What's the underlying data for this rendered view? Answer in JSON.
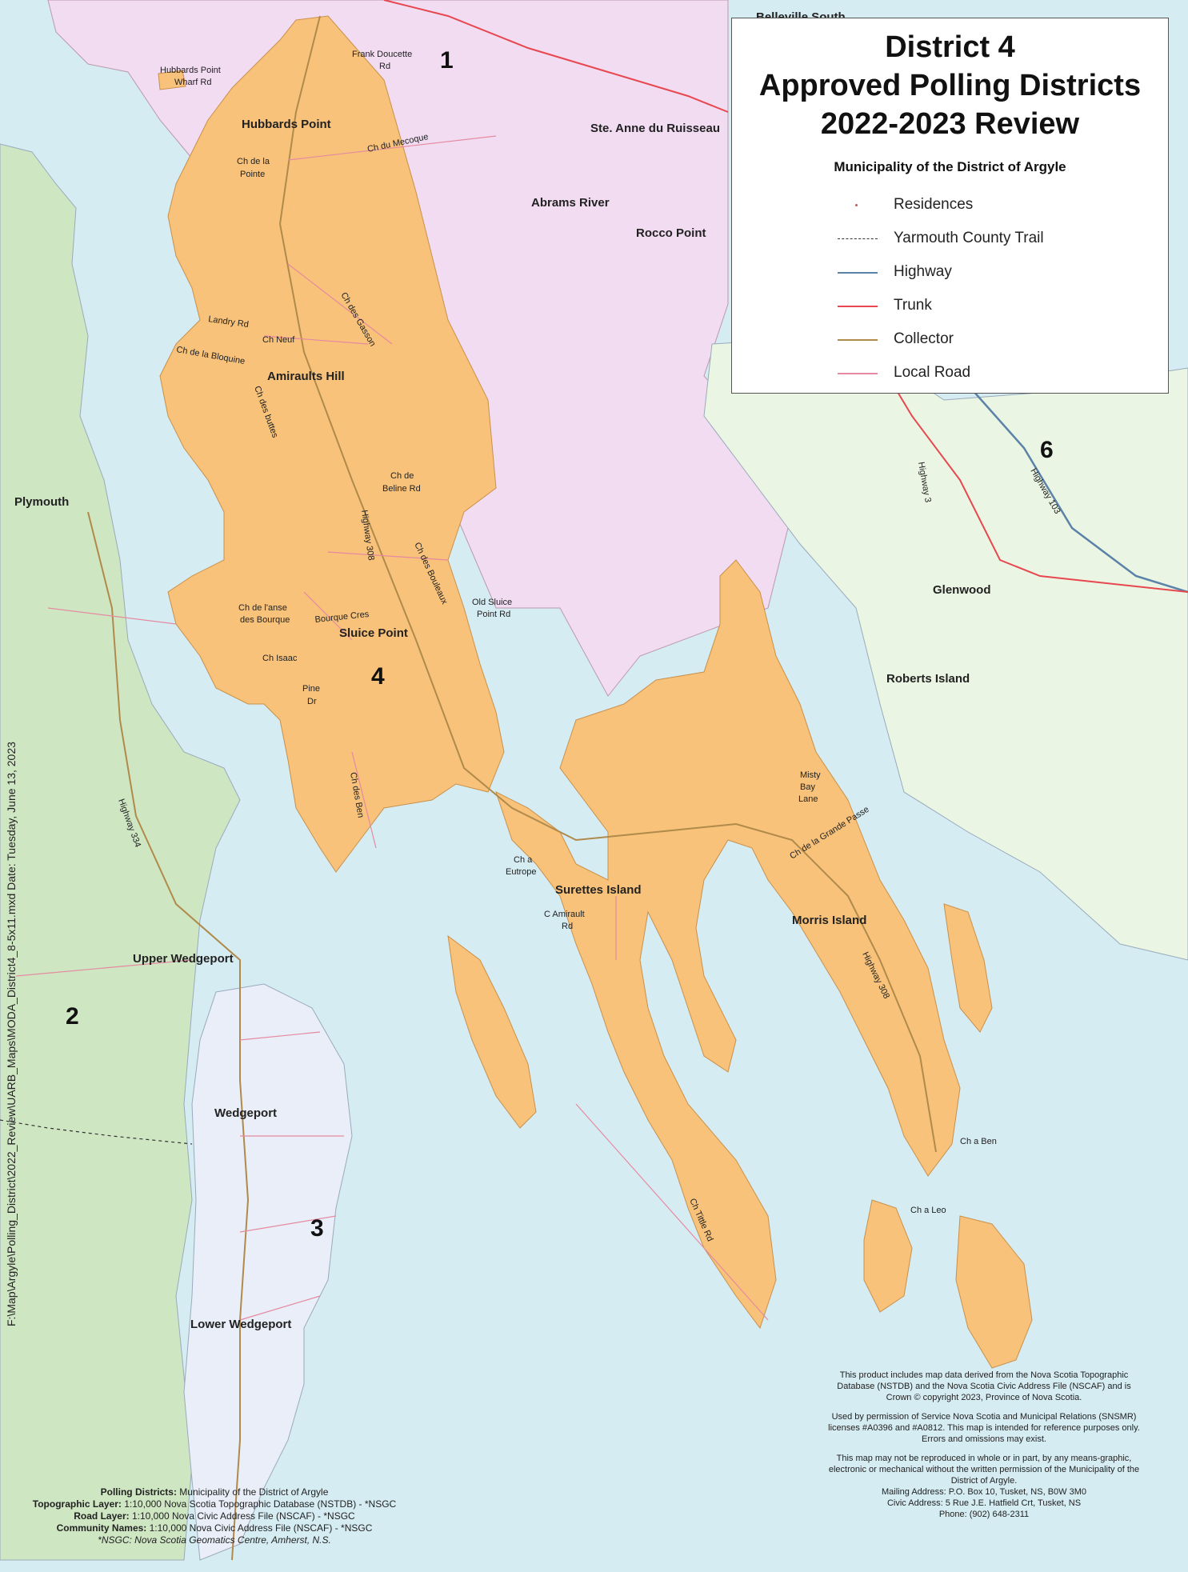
{
  "legend": {
    "title_line1": "District 4",
    "title_line2": "Approved Polling Districts",
    "title_line3": "2022-2023 Review",
    "subtitle": "Municipality of the District of Argyle",
    "items": [
      {
        "label": "Residences",
        "symbol": "dot",
        "color": "#c55a5a"
      },
      {
        "label": "Yarmouth County Trail",
        "symbol": "dashed",
        "color": "#333333"
      },
      {
        "label": "Highway",
        "symbol": "line",
        "color": "#5b82a8"
      },
      {
        "label": "Trunk",
        "symbol": "line",
        "color": "#e8474f"
      },
      {
        "label": "Collector",
        "symbol": "line",
        "color": "#b08a4a"
      },
      {
        "label": "Local Road",
        "symbol": "line",
        "color": "#e58aa0"
      }
    ]
  },
  "colors": {
    "water": "#d6ecf3",
    "district4": "#f8c27a",
    "district1": "#f2dcf2",
    "district2": "#cfe6c3",
    "district3": "#e9eef8",
    "district6": "#eaf5e3"
  },
  "districts": {
    "d1": "1",
    "d2": "2",
    "d3": "3",
    "d4": "4",
    "d6": "6"
  },
  "places": {
    "bellevilles_south": "Belleville South",
    "hubbards_point": "Hubbards Point",
    "ste_anne": "Ste. Anne du Ruisseau",
    "abrams_river": "Abrams River",
    "rocco_point": "Rocco Point",
    "amiraults_hill": "Amiraults Hill",
    "plymouth": "Plymouth",
    "glenwood": "Glenwood",
    "sluice_point": "Sluice Point",
    "roberts_island": "Roberts Island",
    "surettes_island": "Surettes Island",
    "morris_island": "Morris Island",
    "upper_wedgeport": "Upper Wedgeport",
    "wedgeport": "Wedgeport",
    "lower_wedgeport": "Lower Wedgeport"
  },
  "roads": {
    "frank_doucette_1": "Frank Doucette",
    "frank_doucette_2": "Rd",
    "hubbards_wharf_1": "Hubbards Point",
    "hubbards_wharf_2": "Wharf Rd",
    "ch_du_mecoque": "Ch du Mecoque",
    "ch_de_la_pointe_1": "Ch de la",
    "ch_de_la_pointe_2": "Pointe",
    "landry_rd": "Landry Rd",
    "ch_neuf": "Ch Neuf",
    "ch_des_gasson": "Ch des Gasson",
    "ch_de_la_bloquine": "Ch de la Bloquine",
    "ch_des_buttes": "Ch des buttes",
    "ch_de_beline_1": "Ch de",
    "ch_de_beline_2": "Beline Rd",
    "highway_308_a": "Highway 308",
    "ch_des_bouleaux": "Ch des Bouleaux",
    "old_sluice_1": "Old Sluice",
    "old_sluice_2": "Point Rd",
    "ch_de_lanse_1": "Ch de l'anse",
    "ch_de_lanse_2": "des Bourque",
    "bourque_cres": "Bourque Cres",
    "ch_isaac": "Ch Isaac",
    "pine_dr_1": "Pine",
    "pine_dr_2": "Dr",
    "ch_des_ben": "Ch des Ben",
    "highway_3": "Highway 3",
    "highway_103": "Highway 103",
    "highway_334": "Highway 334",
    "misty_bay_1": "Misty",
    "misty_bay_2": "Bay",
    "misty_bay_3": "Lane",
    "ch_grande_passe": "Ch de la Grande Passe",
    "ch_a_eutrope_1": "Ch a",
    "ch_a_eutrope_2": "Eutrope",
    "c_amirault_1": "C Amirault",
    "c_amirault_2": "Rd",
    "highway_308_b": "Highway 308",
    "ch_a_ben": "Ch a Ben",
    "ch_a_leo": "Ch a Leo",
    "ch_tittle_rd": "Ch Tittle Rd"
  },
  "vertical_path": "F:\\Map\\Argyle\\Polling_District\\2022_Review\\UARB_Maps\\MODA_District4_8-5x11.mxd Date: Tuesday, June 13, 2023",
  "credits_left": [
    {
      "label": "Polling Districts:",
      "value": "Municipality of the District of Argyle"
    },
    {
      "label": "Topographic Layer:",
      "value": "1:10,000 Nova Scotia Topographic Database (NSTDB) - *NSGC"
    },
    {
      "label": "Road Layer:",
      "value": "1:10,000 Nova Civic Address File (NSCAF) - *NSGC"
    },
    {
      "label": "Community Names:",
      "value": "1:10,000 Nova Civic Address File (NSCAF) - *NSGC"
    },
    {
      "label": "",
      "value": "*NSGC: Nova Scotia Geomatics Centre, Amherst, N.S."
    }
  ],
  "credits_right": {
    "p1": "This product includes map data derived from the Nova Scotia Topographic Database (NSTDB) and the Nova Scotia Civic Address File (NSCAF) and is Crown © copyright 2023, Province of Nova Scotia.",
    "p2": "Used by permission of Service Nova Scotia and Municipal Relations (SNSMR) licenses #A0396 and #A0812. This map is intended for reference purposes only. Errors and omissions may exist.",
    "p3": "This map may not be reproduced in whole or in part, by any means-graphic, electronic or mechanical without the written permission of the Municipality of the District of Argyle.",
    "mailing": "Mailing Address: P.O. Box 10, Tusket, NS, B0W 3M0",
    "civic": "Civic Address: 5 Rue J.E. Hatfield Crt, Tusket, NS",
    "phone": "Phone: (902) 648-2311"
  }
}
